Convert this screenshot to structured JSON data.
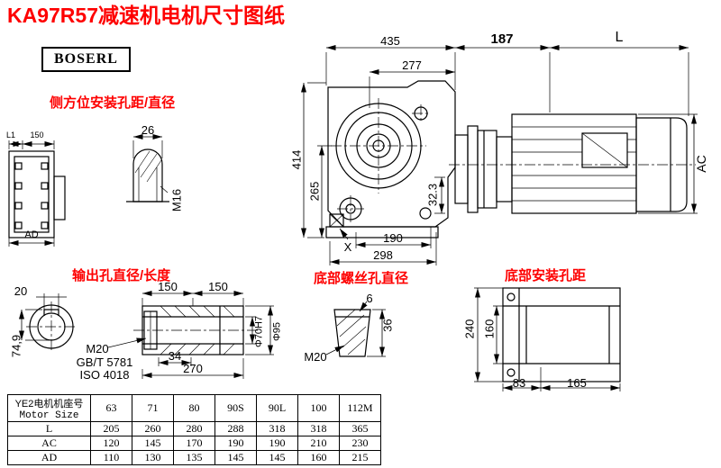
{
  "title": "KA97R57减速机电机尺寸图纸",
  "logo": "BOSERL",
  "colors": {
    "accent_red": "#fe0000"
  },
  "labels": {
    "side_mount": "侧方位安装孔距/直径",
    "output": "输出孔直径/长度",
    "bottom_screw": "底部螺丝孔直径",
    "bottom_mount": "底部安装孔距"
  },
  "dims": {
    "d435": "435",
    "d187": "187",
    "dL": "L",
    "d277": "277",
    "d414": "414",
    "d265": "265",
    "d323": "32.3",
    "d190": "190",
    "d298": "298",
    "dX": "X",
    "dAC": "AC",
    "dL1": "L1",
    "d150side": "150",
    "dAD": "AD",
    "d26": "26",
    "dM16": "M16",
    "d20": "20",
    "d749": "74,9",
    "d150a": "150",
    "d150b": "150",
    "dM20out": "M20",
    "dGBT": "GB/T 5781",
    "dISO": "ISO 4018",
    "d34": "34",
    "d270": "270",
    "dPhi70": "Φ70H7",
    "dPhi95": "Φ95",
    "dM20screw": "M20",
    "d6": "6",
    "d36": "36",
    "d240": "240",
    "d160": "160",
    "d83": "83",
    "d165": "165"
  },
  "table": {
    "header_cn": "YE2电机机座号",
    "header_en": "Motor Size",
    "columns": [
      "63",
      "71",
      "80",
      "90S",
      "90L",
      "100",
      "112M"
    ],
    "rows": [
      {
        "label": "L",
        "values": [
          "205",
          "260",
          "280",
          "288",
          "318",
          "318",
          "365"
        ]
      },
      {
        "label": "AC",
        "values": [
          "120",
          "145",
          "170",
          "190",
          "190",
          "210",
          "230"
        ]
      },
      {
        "label": "AD",
        "values": [
          "110",
          "130",
          "135",
          "145",
          "145",
          "160",
          "215"
        ]
      }
    ]
  }
}
